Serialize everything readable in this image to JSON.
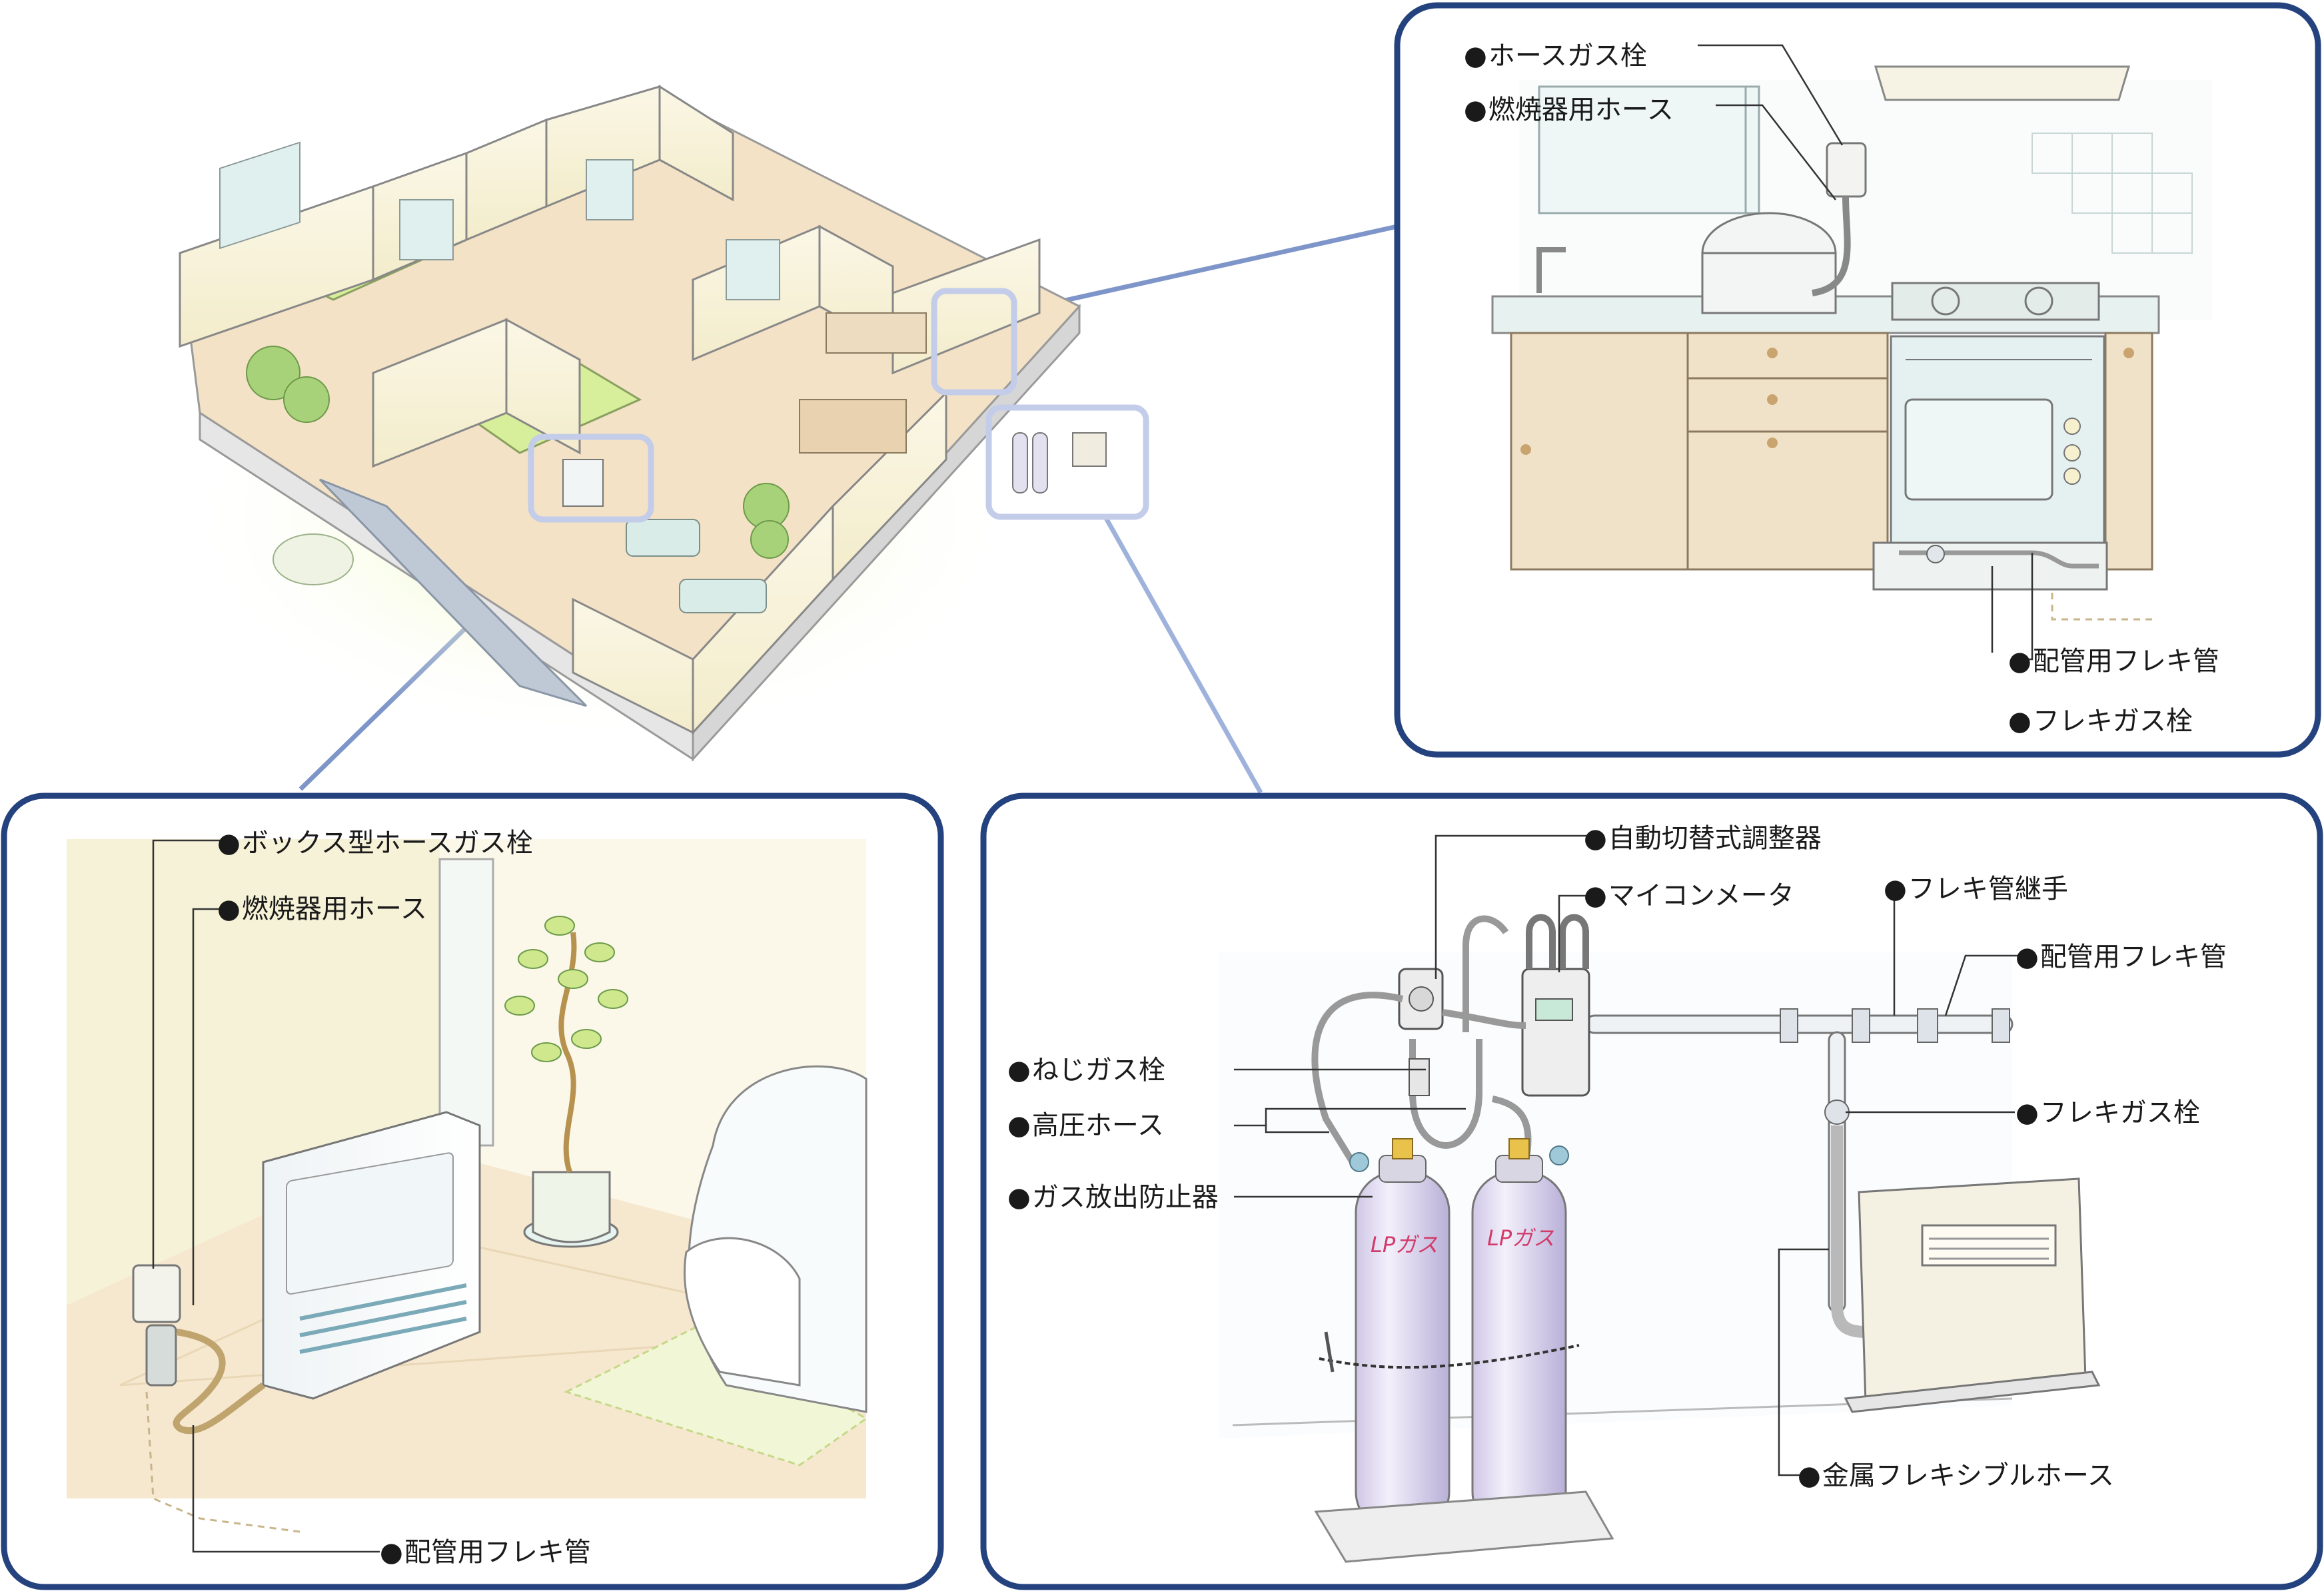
{
  "kitchen_panel": {
    "labels": {
      "hose_gas_cock": "ホースガス栓",
      "burner_hose": "燃焼器用ホース",
      "piping_flex_pipe": "配管用フレキ管",
      "flex_gas_cock": "フレキガス栓"
    }
  },
  "living_panel": {
    "labels": {
      "box_hose_gas_cock": "ボックス型ホースガス栓",
      "burner_hose": "燃焼器用ホース",
      "piping_flex_pipe": "配管用フレキ管"
    }
  },
  "outdoor_panel": {
    "labels": {
      "auto_switch_regulator": "自動切替式調整器",
      "microcomputer_meter": "マイコンメータ",
      "flex_pipe_joint": "フレキ管継手",
      "piping_flex_pipe": "配管用フレキ管",
      "screw_gas_cock": "ねじガス栓",
      "high_pressure_hose": "高圧ホース",
      "gas_release_preventer": "ガス放出防止器",
      "flex_gas_cock": "フレキガス栓",
      "metal_flexible_hose": "金属フレキシブルホース"
    },
    "cylinder_text": "LPガス"
  },
  "colors": {
    "frame": "#24427e",
    "connector": "#7d95c8",
    "highlight": "#c3cde9"
  }
}
